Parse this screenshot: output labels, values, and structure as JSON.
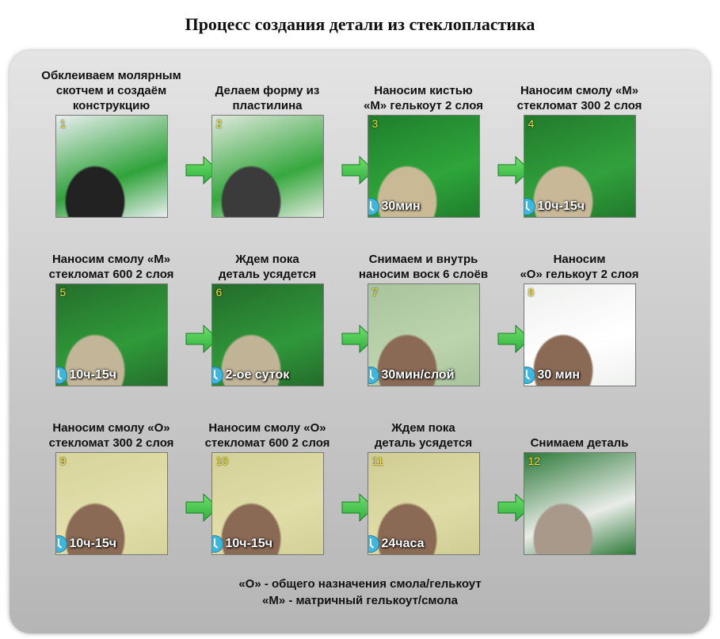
{
  "title": "Процесс создания детали из стеклопластика",
  "steps": [
    {
      "num": "1",
      "caption": "Обклеиваем молярным\nскотчем и создаём\nконструкцию",
      "time": null,
      "colors": [
        "#e9eef0",
        "#2fa33a",
        "#222"
      ]
    },
    {
      "num": "2",
      "caption": "Делаем форму из\nпластилина",
      "time": null,
      "colors": [
        "#dfe8dc",
        "#36a83e",
        "#3b3b3b"
      ]
    },
    {
      "num": "3",
      "caption": "Наносим кистью\n«М» гелькоут 2 слоя",
      "time": "30мин",
      "colors": [
        "#1f7e2c",
        "#2ea53a",
        "#c9b995"
      ]
    },
    {
      "num": "4",
      "caption": "Наносим смолу «М»\nстекломат 300 2 слоя",
      "time": "10ч-15ч",
      "colors": [
        "#227a2c",
        "#31a13c",
        "#c8b898"
      ]
    },
    {
      "num": "5",
      "caption": "Наносим смолу «М»\nстекломат 600 2 слоя",
      "time": "10ч-15ч",
      "colors": [
        "#256f2c",
        "#2f9a39",
        "#c3b597"
      ]
    },
    {
      "num": "6",
      "caption": "Ждем пока\nдеталь усядется",
      "time": "2-ое суток",
      "colors": [
        "#246c2b",
        "#2f983a",
        "#c1b396"
      ]
    },
    {
      "num": "7",
      "caption": "Снимаем и внутрь\nнаносим воск 6 слоёв",
      "time": "30мин/слой",
      "colors": [
        "#a8c49c",
        "#bcd4ae",
        "#8a6a55"
      ]
    },
    {
      "num": "8",
      "caption": "Наносим\n«О» гелькоут 2 слоя",
      "time": "30 мин",
      "colors": [
        "#eef0ee",
        "#ffffff",
        "#8a6a55"
      ]
    },
    {
      "num": "9",
      "caption": "Наносим смолу «О»\nстекломат 300 2 слоя",
      "time": "10ч-15ч",
      "colors": [
        "#d6d49a",
        "#e2dfac",
        "#8a6a55"
      ]
    },
    {
      "num": "10",
      "caption": "Наносим смолу «О»\nстекломат 600 2 слоя",
      "time": "10ч-15ч",
      "colors": [
        "#d3d196",
        "#e0dda8",
        "#8a6a55"
      ]
    },
    {
      "num": "11",
      "caption": "Ждем пока\nдеталь усядется",
      "time": "24часа",
      "colors": [
        "#d0cd93",
        "#dedba6",
        "#8a6a55"
      ]
    },
    {
      "num": "12",
      "caption": "Снимаем деталь",
      "time": null,
      "colors": [
        "#2e7a3a",
        "#e9ece8",
        "#a8998a"
      ]
    }
  ],
  "notes": [
    "«О» - общего назначения смола/гелькоут",
    "«М» - матричный гелькоут/смола"
  ],
  "arrow_color": "#2fb03e"
}
